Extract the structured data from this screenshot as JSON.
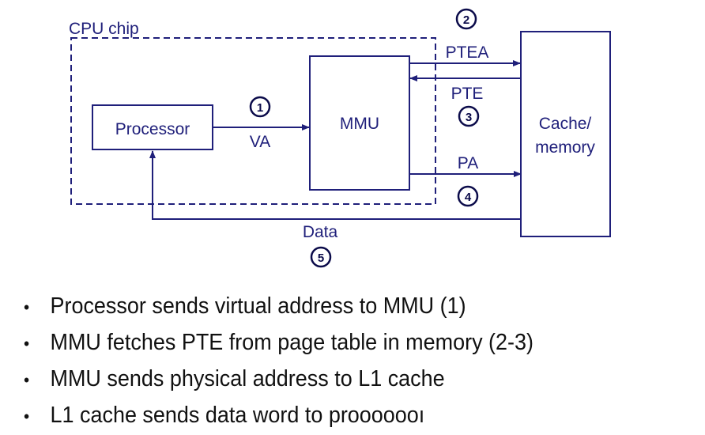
{
  "diagram": {
    "chip_label": "CPU chip",
    "processor_label": "Processor",
    "mmu_label": "MMU",
    "memory_label_line1": "Cache/",
    "memory_label_line2": "memory",
    "va_label": "VA",
    "ptea_label": "PTEA",
    "pte_label": "PTE",
    "pa_label": "PA",
    "data_label": "Data",
    "steps": [
      "1",
      "2",
      "3",
      "4",
      "5"
    ],
    "colors": {
      "line": "#1f1f7a",
      "circle": "#0b0b4a",
      "text": "#111111"
    }
  },
  "bullets": [
    "Processor sends virtual address to MMU (1)",
    "MMU fetches PTE from page table in memory (2-3)",
    "MMU sends physical address to L1 cache",
    "L1 cache sends data word to prooooooı"
  ],
  "bullet_glyph": "•"
}
